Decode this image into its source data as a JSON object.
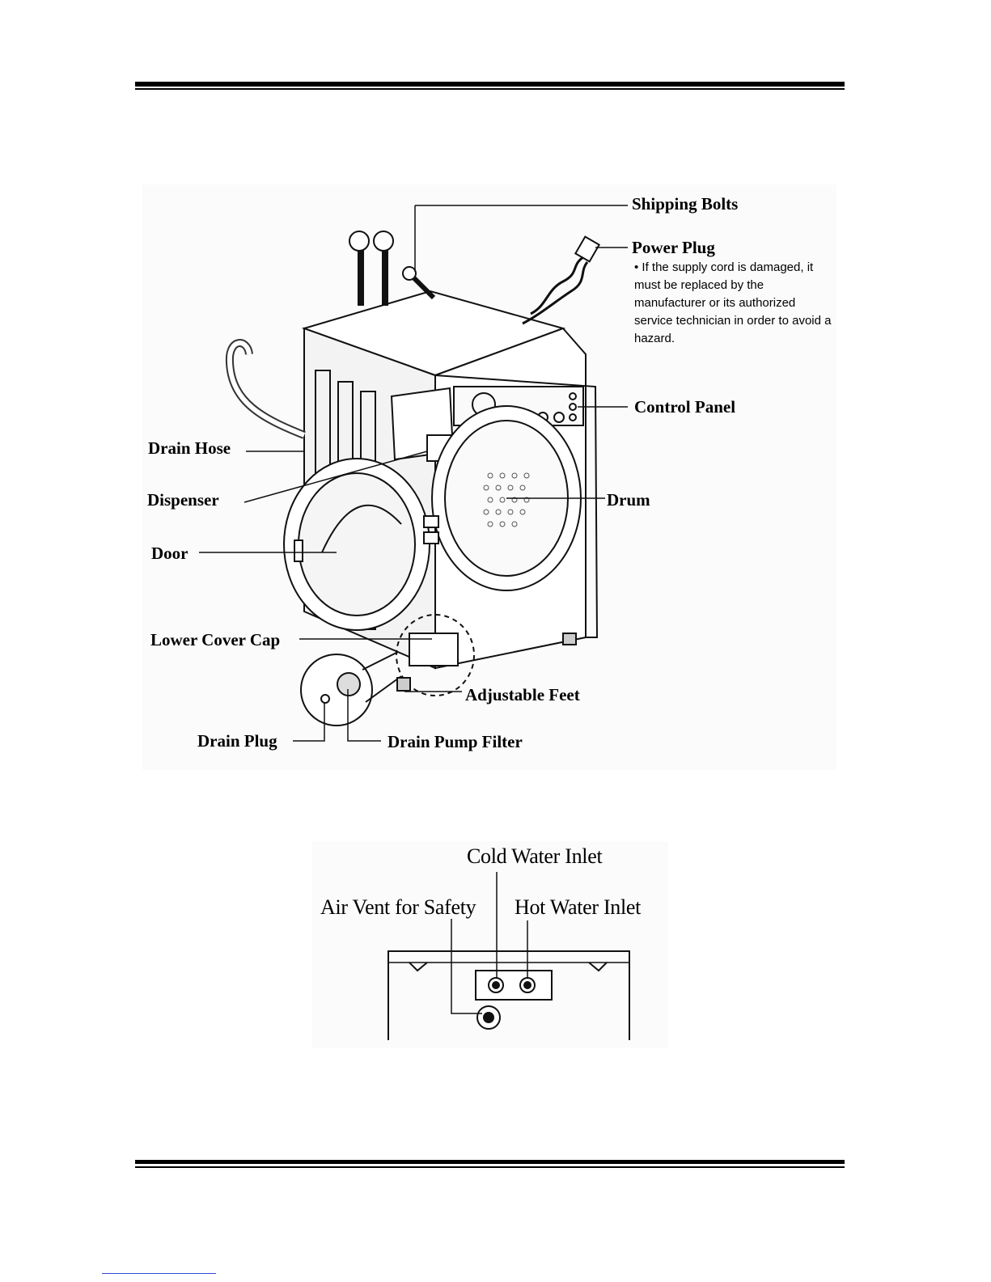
{
  "labels": {
    "shipping_bolts": "Shipping Bolts",
    "power_plug": "Power Plug",
    "control_panel": "Control Panel",
    "drain_hose": "Drain Hose",
    "dispenser": "Dispenser",
    "drum": "Drum",
    "door": "Door",
    "lower_cover_cap": "Lower Cover Cap",
    "adjustable_feet": "Adjustable Feet",
    "drain_plug": "Drain Plug",
    "drain_pump_filter": "Drain Pump Filter"
  },
  "power_plug_note": "• If the supply cord is damaged, it must be replaced by the manufacturer or its authorized service technician in order to avoid a hazard.",
  "rear_labels": {
    "cold_water_inlet": "Cold Water Inlet",
    "air_vent": "Air Vent for Safety",
    "hot_water_inlet": "Hot Water Inlet"
  }
}
